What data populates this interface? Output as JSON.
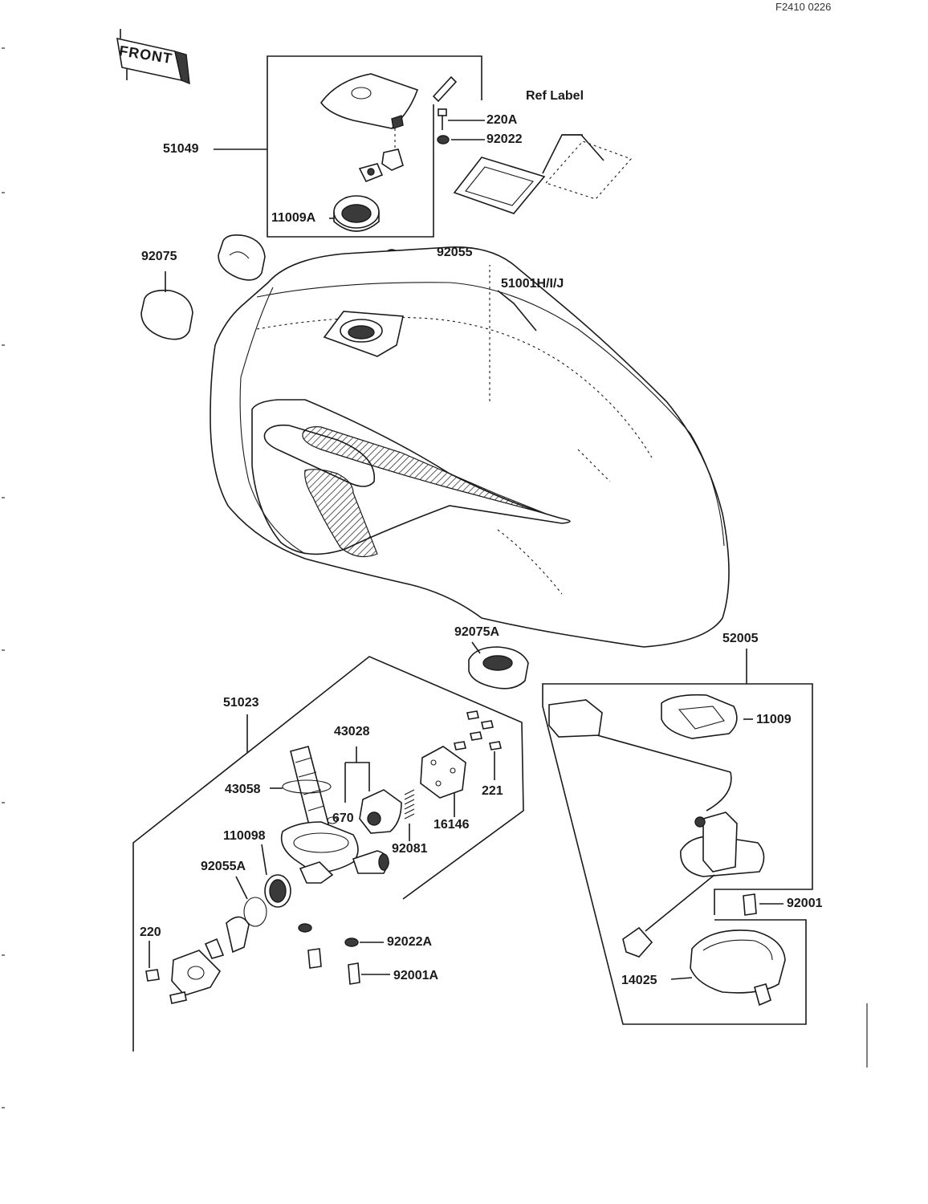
{
  "header": {
    "ref_code": "F2410 0226"
  },
  "front_marker": {
    "label": "FRONT"
  },
  "ref_label": {
    "text": "Ref  Label"
  },
  "callouts": {
    "p51049": "51049",
    "p220A": "220A",
    "p92022": "92022",
    "p11009A": "11009A",
    "p92075": "92075",
    "p92055": "92055",
    "p51001": "51001H/I/J",
    "p92075A": "92075A",
    "p52005": "52005",
    "p51023": "51023",
    "p43028": "43028",
    "p11009": "11009",
    "p43058": "43058",
    "p670": "670",
    "p221": "221",
    "p16146": "16146",
    "p110098": "110098",
    "p92081": "92081",
    "p92055A": "92055A",
    "p92001": "92001",
    "p220": "220",
    "p92022A": "92022A",
    "p92001A": "92001A",
    "p14025": "14025"
  }
}
